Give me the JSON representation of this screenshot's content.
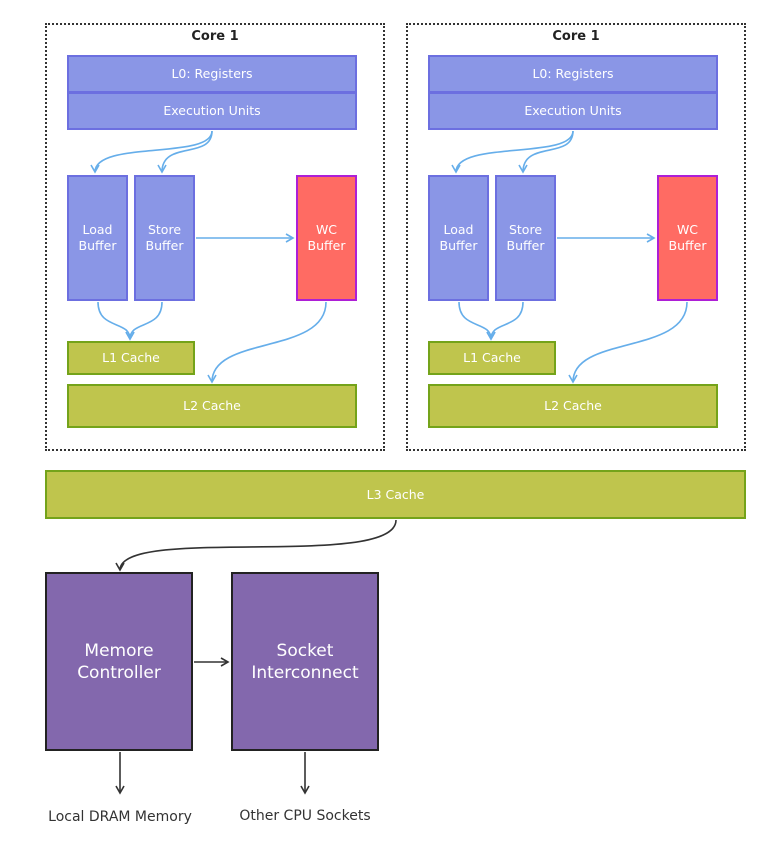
{
  "cores": [
    {
      "title": "Core 1",
      "l0": "L0:  Registers",
      "exec": "Execution Units",
      "load_buffer": "Load\nBuffer",
      "store_buffer": "Store\nBuffer",
      "wc_buffer": "WC\nBuffer",
      "l1": "L1 Cache",
      "l2": "L2 Cache"
    },
    {
      "title": "Core 1",
      "l0": "L0:  Registers",
      "exec": "Execution Units",
      "load_buffer": "Load\nBuffer",
      "store_buffer": "Store\nBuffer",
      "wc_buffer": "WC\nBuffer",
      "l1": "L1 Cache",
      "l2": "L2 Cache"
    }
  ],
  "l3": "L3 Cache",
  "memory_controller": "Memore\nController",
  "socket_interconnect": "Socket\nInterconnect",
  "local_dram": "Local DRAM Memory",
  "other_sockets": "Other CPU Sockets",
  "colors": {
    "blue_fill": "#8a96e6",
    "red_fill": "#ff6b63",
    "green_fill": "#bfc54d",
    "purple_fill": "#8368ad",
    "arrow_blue": "#66aeea"
  }
}
